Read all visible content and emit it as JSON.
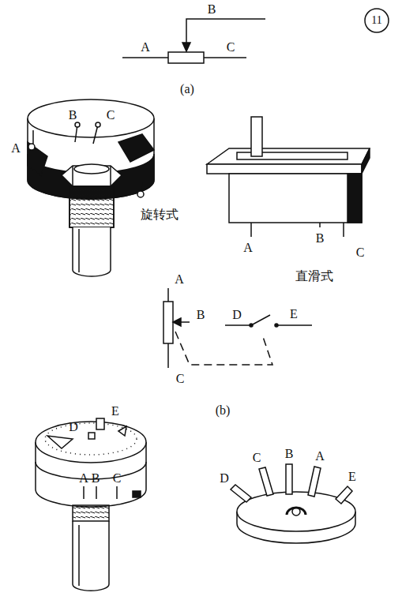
{
  "diagram": {
    "labels": [
      "B",
      "A",
      "C",
      "11",
      "(a)",
      "B",
      "C",
      "A",
      "旋转式",
      "A",
      "B",
      "C",
      "直滑式",
      "A",
      "B",
      "D",
      "E",
      "C",
      "(b)",
      "E",
      "D",
      "A",
      "B",
      "C",
      "C",
      "B",
      "A",
      "D",
      "E"
    ]
  }
}
